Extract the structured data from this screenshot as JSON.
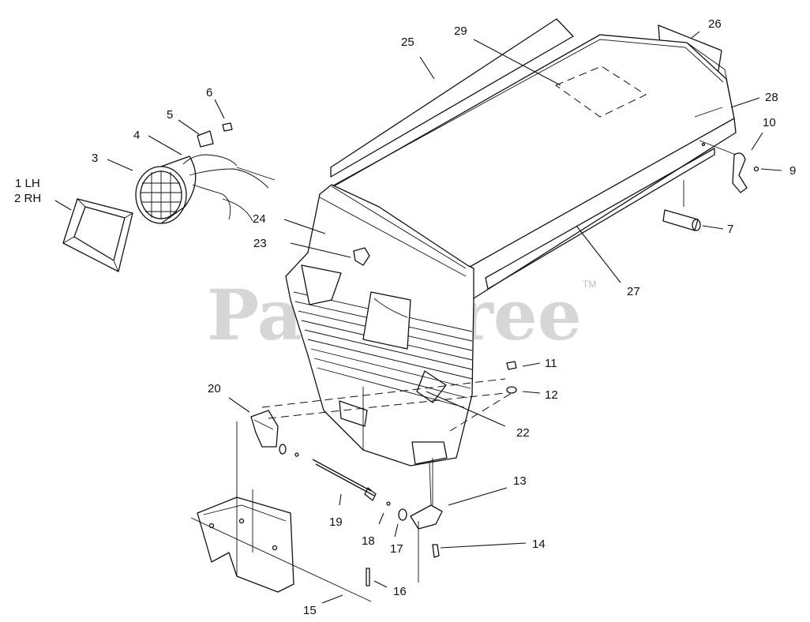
{
  "watermark": {
    "text": "PartsTree",
    "trademark": "TM"
  },
  "callouts": [
    {
      "id": "1",
      "text": "1 LH"
    },
    {
      "id": "2",
      "text": "2 RH"
    },
    {
      "id": "3",
      "text": "3"
    },
    {
      "id": "4",
      "text": "4"
    },
    {
      "id": "5",
      "text": "5"
    },
    {
      "id": "6",
      "text": "6"
    },
    {
      "id": "7",
      "text": "7"
    },
    {
      "id": "9",
      "text": "9"
    },
    {
      "id": "10",
      "text": "10"
    },
    {
      "id": "11",
      "text": "11"
    },
    {
      "id": "12",
      "text": "12"
    },
    {
      "id": "13",
      "text": "13"
    },
    {
      "id": "14",
      "text": "14"
    },
    {
      "id": "15",
      "text": "15"
    },
    {
      "id": "16",
      "text": "16"
    },
    {
      "id": "17",
      "text": "17"
    },
    {
      "id": "18",
      "text": "18"
    },
    {
      "id": "19",
      "text": "19"
    },
    {
      "id": "20",
      "text": "20"
    },
    {
      "id": "22",
      "text": "22"
    },
    {
      "id": "23",
      "text": "23"
    },
    {
      "id": "24",
      "text": "24"
    },
    {
      "id": "25",
      "text": "25"
    },
    {
      "id": "26",
      "text": "26"
    },
    {
      "id": "27",
      "text": "27"
    },
    {
      "id": "28",
      "text": "28"
    },
    {
      "id": "29",
      "text": "29"
    }
  ]
}
